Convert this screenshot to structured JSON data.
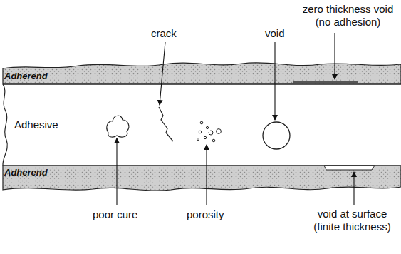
{
  "diagram": {
    "nodes": [
      {
        "text": [
          "Adherend"
        ]
      },
      {
        "text": [
          "Adhesive"
        ]
      },
      {
        "text": [
          "Adherend"
        ]
      }
    ],
    "labels": [
      "zero thickness void (no adhesion)",
      "crack",
      "void",
      "poor cure",
      "porosity",
      "void at surface (finite thickness)"
    ]
  }
}
